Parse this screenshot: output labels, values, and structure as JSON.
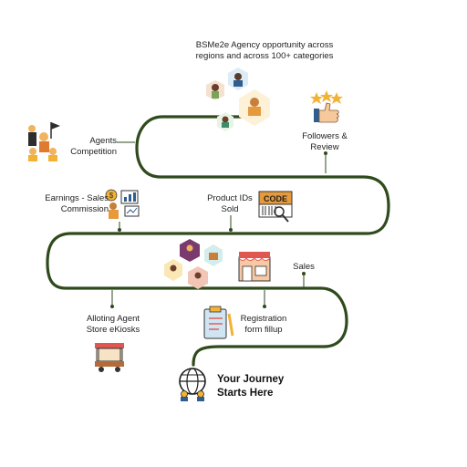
{
  "milestones": {
    "agency_opportunity": "BSMe2e Agency opportunity across\nregions and across 100+ categories",
    "followers_review": "Followers &\nReview",
    "agents_competition": "Agents\nCompetition",
    "earnings_commission": "Earnings - Sales\nCommission",
    "product_ids_sold": "Product IDs\nSold",
    "sales": "Sales",
    "alloting_kiosks": "Alloting Agent\nStore eKiosks",
    "registration": "Registration\nform fillup",
    "journey_start": "Your Journey\nStarts Here"
  },
  "icons": {
    "code_badge": "CODE"
  },
  "colors": {
    "path": "#2f4a1c",
    "accent_orange": "#e79a3c",
    "accent_blue": "#2f5e8e"
  }
}
